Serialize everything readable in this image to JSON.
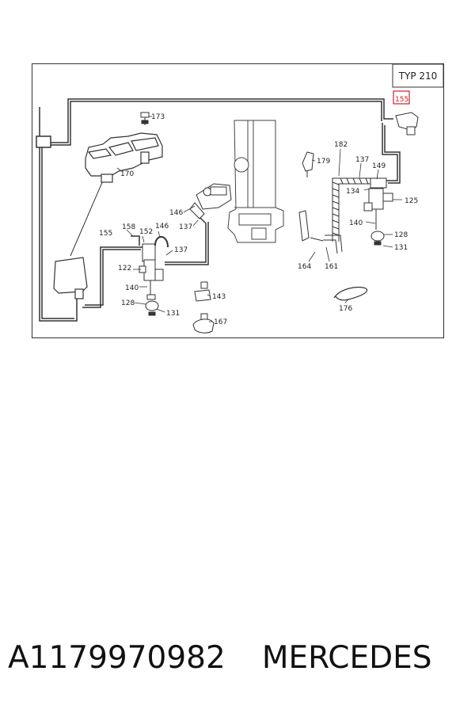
{
  "diagram": {
    "type_label": "TYP 210",
    "highlighted_part": "155",
    "callouts": [
      "173",
      "170",
      "155",
      "158",
      "152",
      "146",
      "137",
      "122",
      "140",
      "128",
      "131",
      "146",
      "137",
      "143",
      "167",
      "179",
      "182",
      "137",
      "149",
      "134",
      "125",
      "140",
      "128",
      "131",
      "164",
      "161",
      "176"
    ]
  },
  "caption": {
    "part_number": "A1179970982",
    "brand": "MERCEDES"
  }
}
